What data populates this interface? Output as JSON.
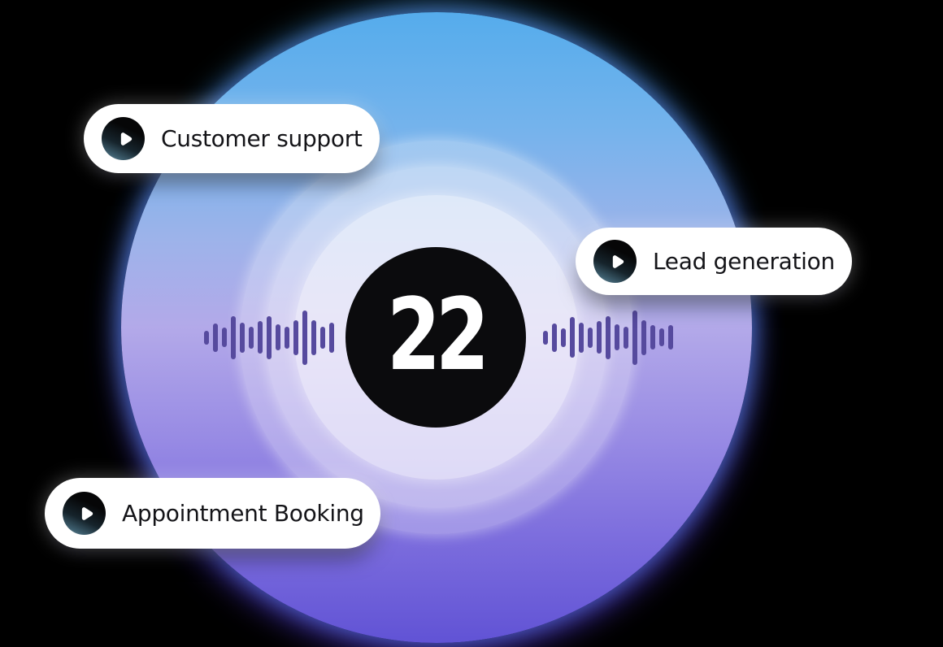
{
  "logo": {
    "text": "22"
  },
  "badges": [
    {
      "label": "Customer support"
    },
    {
      "label": "Lead generation"
    },
    {
      "label": "Appointment Booking"
    }
  ],
  "waveform": {
    "color": "#564a9e",
    "left_bars": [
      17,
      35,
      24,
      53,
      37,
      27,
      40,
      53,
      32,
      27,
      43,
      67,
      43,
      27,
      37
    ],
    "right_bars": [
      17,
      35,
      23,
      50,
      37,
      25,
      40,
      53,
      32,
      27,
      67,
      43,
      30,
      22,
      30
    ]
  },
  "colors": {
    "background": "#000000",
    "circle_top": "#55acec",
    "circle_middle": "#b3a9e9",
    "circle_bottom": "#6153d5",
    "ring_overlay": "rgba(255,255,255,0.28)",
    "logo_disc": "#0b0b0d",
    "logo_text": "#ffffff",
    "badge_background": "#ffffff",
    "badge_text": "#141418",
    "play_gradient_dark": "#060607",
    "play_gradient_light": "#9cb6c2"
  }
}
